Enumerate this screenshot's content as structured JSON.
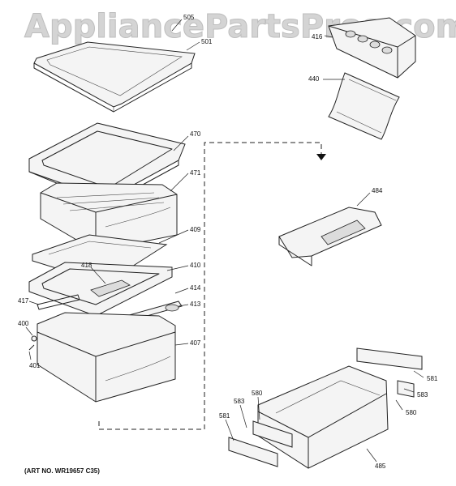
{
  "watermark": "AppliancePartsPros.com",
  "art_number": "(ART NO. WR19657 C35)",
  "callouts": {
    "c505": "505",
    "c501": "501",
    "c416": "416",
    "c440": "440",
    "c470": "470",
    "c471": "471",
    "c484": "484",
    "c409": "409",
    "c418": "418",
    "c410": "410",
    "c414": "414",
    "c417": "417",
    "c413": "413",
    "c400": "400",
    "c407": "407",
    "c401": "401",
    "c581a": "581",
    "c583a": "583",
    "c580a": "580",
    "c581b": "581",
    "c583b": "583",
    "c580b": "580",
    "c485": "485"
  }
}
